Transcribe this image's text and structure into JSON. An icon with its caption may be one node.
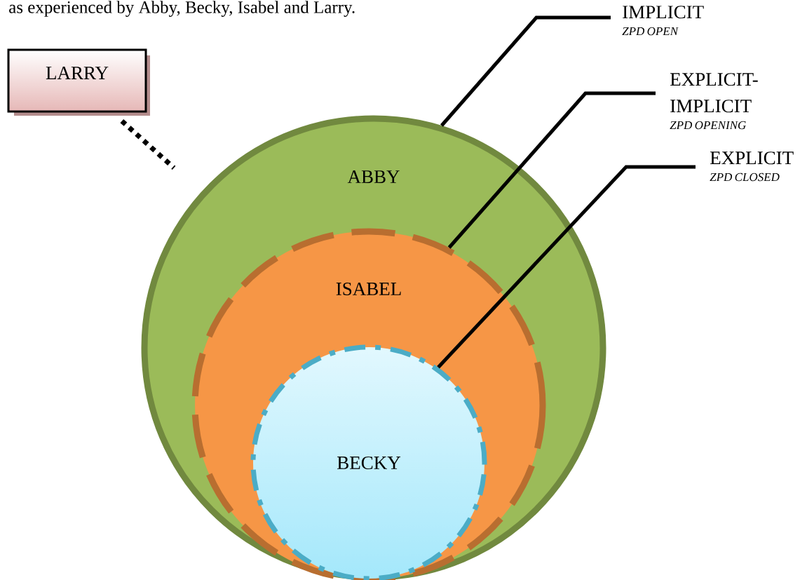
{
  "diagram": {
    "nodes": [
      {
        "text": [
          "LARRY"
        ]
      },
      {
        "text": [
          "ABBY"
        ]
      },
      {
        "text": [
          "ISABEL"
        ],
        "in": 1
      },
      {
        "text": [
          "BECKY"
        ],
        "in": 2
      },
      {
        "text": [
          "IMPLICIT",
          "ZPD OPEN"
        ]
      },
      {
        "text": [
          "EXPLICIT-IMPLICIT",
          "ZPD OPENING"
        ]
      },
      {
        "text": [
          "EXPLICIT",
          "ZPD CLOSED"
        ]
      }
    ],
    "edges": [
      {
        "from": 0,
        "to": 1,
        "arrow": "none",
        "style": "dashed"
      },
      {
        "from": 4,
        "to": 1,
        "arrow": "none"
      },
      {
        "from": 5,
        "to": 2,
        "arrow": "none"
      },
      {
        "from": 6,
        "to": 3,
        "arrow": "none"
      }
    ],
    "labels": [
      "as experienced by Abby, Becky, Isabel and Larry."
    ]
  }
}
